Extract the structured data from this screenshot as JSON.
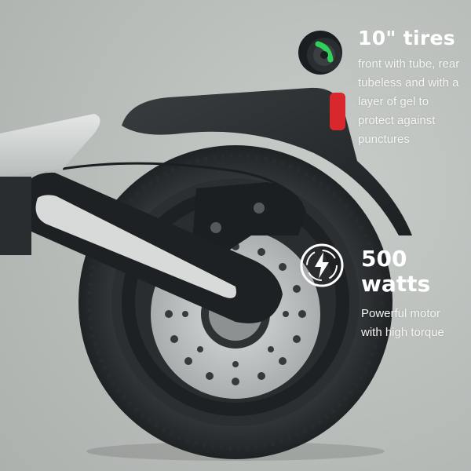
{
  "colors": {
    "background": "#bcc0bd",
    "text": "#ffffff",
    "accent_green": "#2fd15b",
    "tire": "#2b2e30",
    "fender": "#2a2d2f",
    "disc": "#c9cccd",
    "swingarm_light": "#d7dad8",
    "tail_light": "#d8272d"
  },
  "features": {
    "tires": {
      "icon": "tire-icon",
      "title": "10\" tires",
      "description": "front with tube, rear\ntubeless and with a\nlayer of gel to\nprotect against\npunctures"
    },
    "motor": {
      "icon": "lightning-bolt-icon",
      "title": "500\nwatts",
      "description": "Powerful motor\nwith high torque"
    }
  }
}
